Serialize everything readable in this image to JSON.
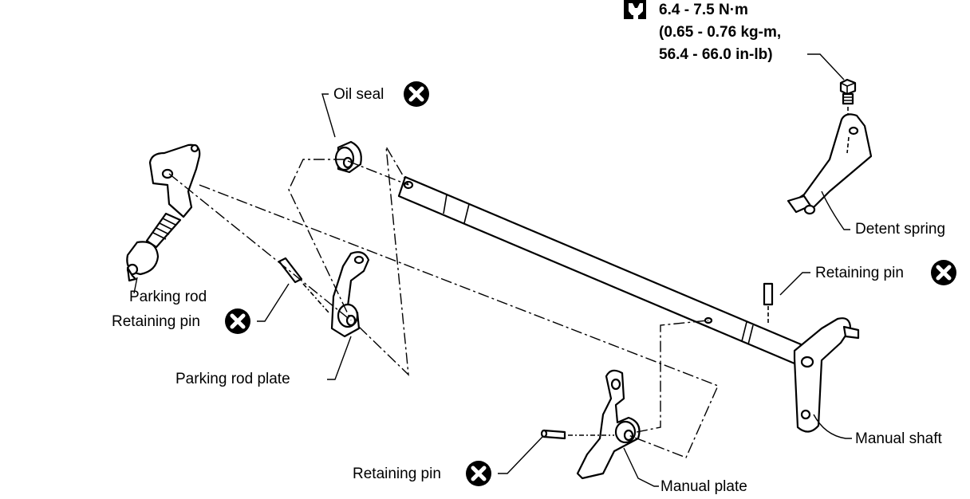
{
  "torque": {
    "line1": "6.4 - 7.5 N·m",
    "line2": "(0.65 - 0.76 kg-m,",
    "line3": "56.4 - 66.0 in-lb)",
    "icon": "torque-wrench-icon"
  },
  "labels": {
    "oil_seal": "Oil seal",
    "detent_spring": "Detent spring",
    "retaining_pin_right": "Retaining pin",
    "parking_rod": "Parking rod",
    "retaining_pin_left": "Retaining pin",
    "parking_rod_plate": "Parking rod plate",
    "manual_shaft": "Manual shaft",
    "retaining_pin_bottom": "Retaining pin",
    "manual_plate": "Manual plate"
  },
  "icons": {
    "do_not_reuse": "do-not-reuse-icon"
  }
}
